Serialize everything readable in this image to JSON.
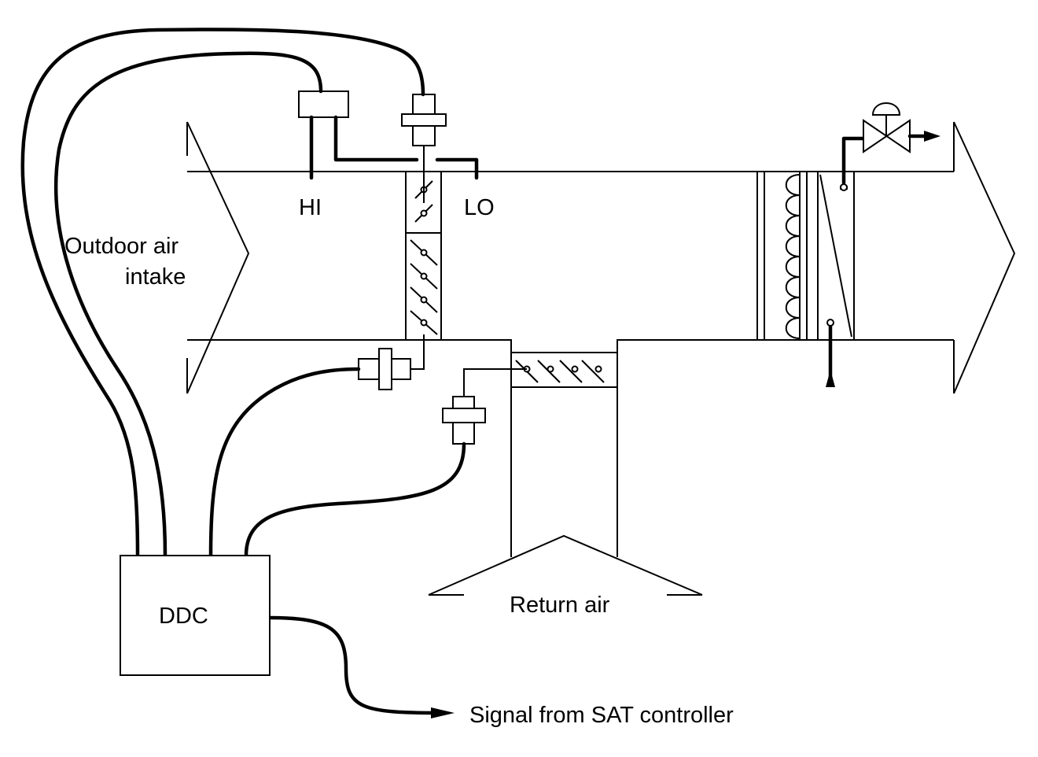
{
  "labels": {
    "outdoor_air": [
      "Outdoor air",
      "intake"
    ],
    "hi": "HI",
    "lo": "LO",
    "return_air": "Return air",
    "ddc": "DDC",
    "signal": "Signal from SAT controller"
  },
  "colors": {
    "line": "#000000",
    "background": "#ffffff"
  },
  "icons": [
    "damper-blade-icon",
    "actuator-icon",
    "valve-icon",
    "arrow-icon",
    "pressure-sensor-icon"
  ]
}
